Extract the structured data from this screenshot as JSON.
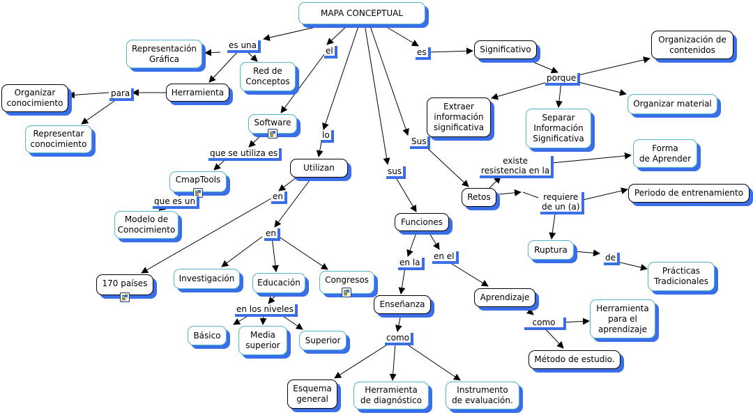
{
  "title": "MAPA CONCEPTUAL",
  "concepts": {
    "root": "MAPA CONCEPTUAL",
    "representacion_grafica": "Representación\nGráfica",
    "red_conceptos": "Red de\nConceptos",
    "herramienta": "Herramienta",
    "organizar_conocimiento": "Organizar\nconocimiento",
    "representar_conocimiento": "Representar\nconocimiento",
    "software": "Software",
    "cmaptools": "CmapTools",
    "modelo_conocimiento": "Modelo de\nConocimiento",
    "utilizan": "Utilizan",
    "paises": "170 países",
    "investigacion": "Investigación",
    "educacion": "Educación",
    "congresos": "Congresos",
    "basico": "Básico",
    "media_superior": "Media\nsuperior",
    "superior": "Superior",
    "funciones": "Funciones",
    "ensenanza": "Enseñanza",
    "esquema_general": "Esquema\ngeneral",
    "herramienta_diagnostico": "Herramienta\nde diagnóstico",
    "instrumento_evaluacion": "Instrumento\nde evaluación.",
    "aprendizaje": "Aprendizaje",
    "herramienta_aprendizaje": "Herramienta\npara el\naprendizaje",
    "metodo_estudio": "Método de estudio.",
    "significativo": "Significativo",
    "organizacion_contenidos": "Organización de\ncontenidos",
    "extraer_info": "Extraer\ninformación\nsignificativa",
    "separar_info": "Separar\nInformación\nSignificativa",
    "organizar_material": "Organizar material",
    "retos": "Retos",
    "forma_aprender": "Forma\nde Aprender",
    "periodo_entrenamiento": "Periodo de entrenamiento",
    "ruptura": "Ruptura",
    "practicas_tradicionales": "Prácticas\nTradicionales"
  },
  "linking_phrases": {
    "es_una": "es una",
    "para": "para",
    "el": "el",
    "que_se_utiliza_es": "que se utiliza es",
    "que_es_un": "que es un",
    "lo": "lo",
    "en_1": "en",
    "en_2": "en",
    "en_los_niveles": "en los niveles",
    "sus": "sus",
    "en_la": "en la",
    "en_el": "en el",
    "como_1": "como",
    "como_2": "como",
    "es": "es",
    "porque": "porque",
    "Sus": "Sus",
    "existe_resistencia": "existe\nresistencia  en la",
    "requiere": "requiere\nde un (a)",
    "de": "de"
  },
  "resource_icons": [
    "software",
    "cmaptools",
    "paises",
    "congresos"
  ],
  "colors": {
    "shadow": "#3a6ee8",
    "teal_border": "#4fb6c6",
    "edge": "#000000"
  }
}
